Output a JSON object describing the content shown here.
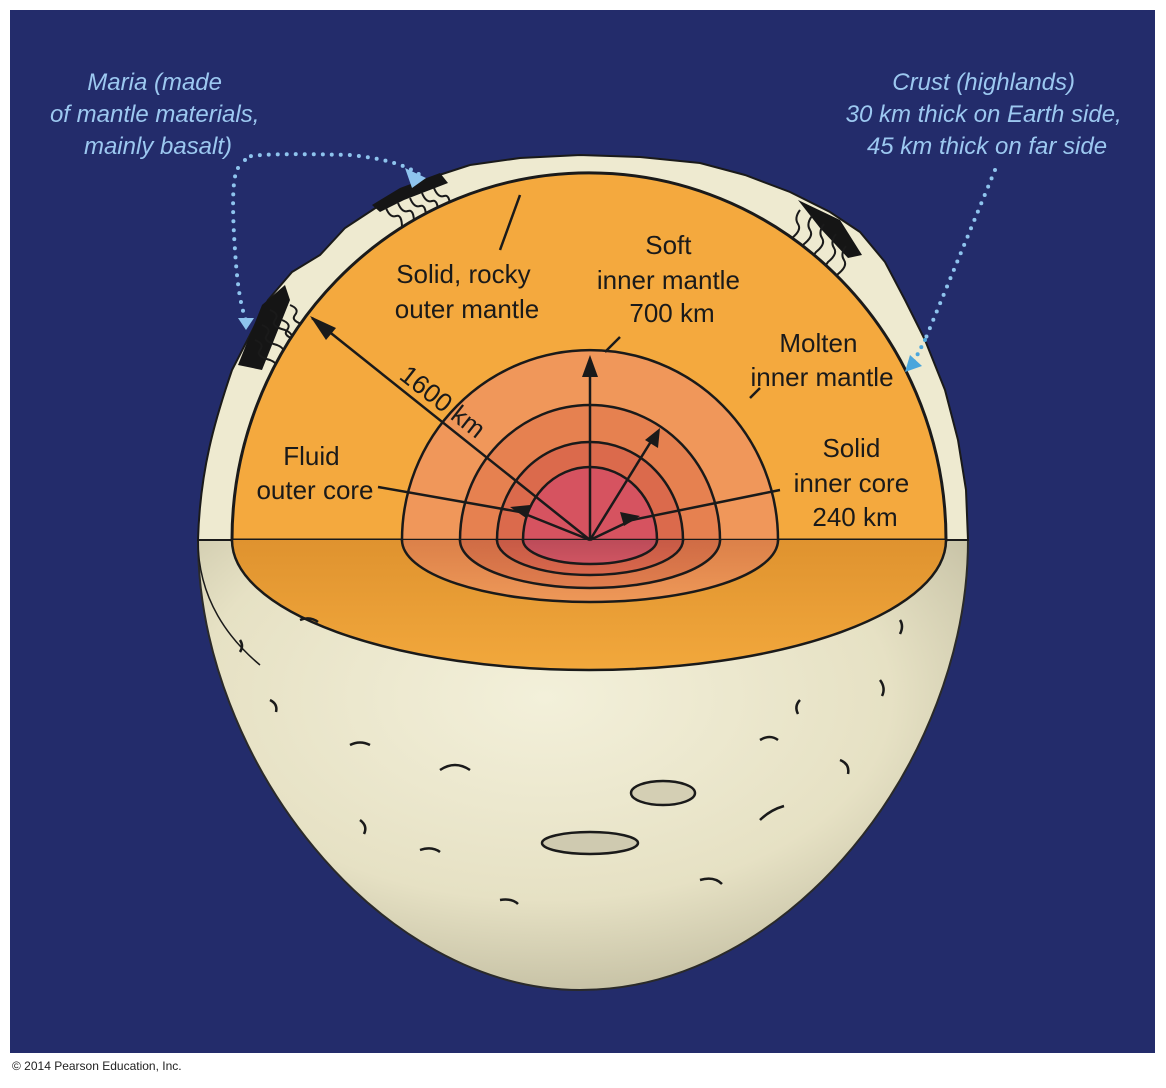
{
  "figure": {
    "title": "Internal structure of the Moon",
    "colors": {
      "background": "#232c6b",
      "crust": "#eeead0",
      "mantle_outer": "#f4a93e",
      "soft_mantle": "#f0975a",
      "molten_mantle": "#e68150",
      "outer_core": "#db6a4c",
      "inner_core": "#d65360",
      "callout_text": "#9cc8f0",
      "callout_dots": "#8ec4ee",
      "callout_dots_right": "#4aa6dc",
      "maria": "#151515",
      "lines": "#1a1a1a"
    }
  },
  "callouts": {
    "maria": {
      "lines": [
        "Maria (made",
        "of mantle materials,",
        "mainly basalt)"
      ]
    },
    "crust": {
      "lines": [
        "Crust (highlands)",
        "30 km thick on Earth side,",
        "45 km thick on far side"
      ]
    }
  },
  "layers": {
    "outer_mantle": {
      "lines": [
        "Solid, rocky",
        "outer mantle"
      ]
    },
    "soft_mantle": {
      "lines": [
        "Soft",
        "inner mantle",
        "700 km"
      ]
    },
    "molten_mantle": {
      "lines": [
        "Molten",
        "inner mantle"
      ]
    },
    "outer_core": {
      "lines": [
        "Fluid",
        "outer core"
      ]
    },
    "inner_core": {
      "lines": [
        "Solid",
        "inner core",
        "240 km"
      ]
    },
    "radius": {
      "label": "1600 km"
    }
  },
  "footer": {
    "copyright": "© 2014 Pearson Education, Inc."
  }
}
